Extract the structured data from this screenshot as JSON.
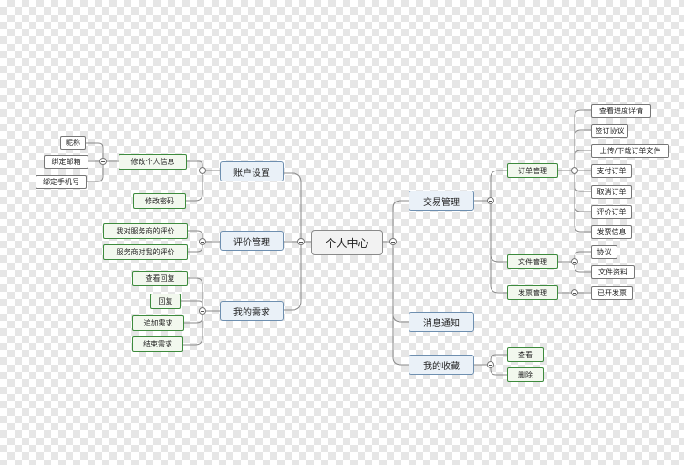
{
  "root": {
    "label": "个人中心"
  },
  "branches": {
    "account": {
      "label": "账户设置",
      "modify_info": {
        "label": "修改个人信息",
        "children": [
          "昵称",
          "绑定邮箱",
          "绑定手机号"
        ]
      },
      "modify_password": {
        "label": "修改密码"
      }
    },
    "review": {
      "label": "评价管理",
      "children": [
        "我对服务商的评价",
        "服务商对我的评价"
      ]
    },
    "demand": {
      "label": "我的需求",
      "children": [
        "查看回复",
        "回复",
        "追加需求",
        "结束需求"
      ]
    },
    "trade": {
      "label": "交易管理",
      "order": {
        "label": "订单管理",
        "children": [
          "查看进度详情",
          "签订协议",
          "上传/下载订单文件",
          "支付订单",
          "取消订单",
          "评价订单",
          "发票信息"
        ]
      },
      "file": {
        "label": "文件管理",
        "children": [
          "协议",
          "文件资料"
        ]
      },
      "invoice": {
        "label": "发票管理",
        "children": [
          "已开发票"
        ]
      }
    },
    "message": {
      "label": "消息通知"
    },
    "favorite": {
      "label": "我的收藏",
      "children": [
        "查看",
        "删除"
      ]
    }
  },
  "colors": {
    "connector": "#8a8a8a",
    "l1_border": "#6e8fb0",
    "l2_border": "#3d8b3d"
  }
}
